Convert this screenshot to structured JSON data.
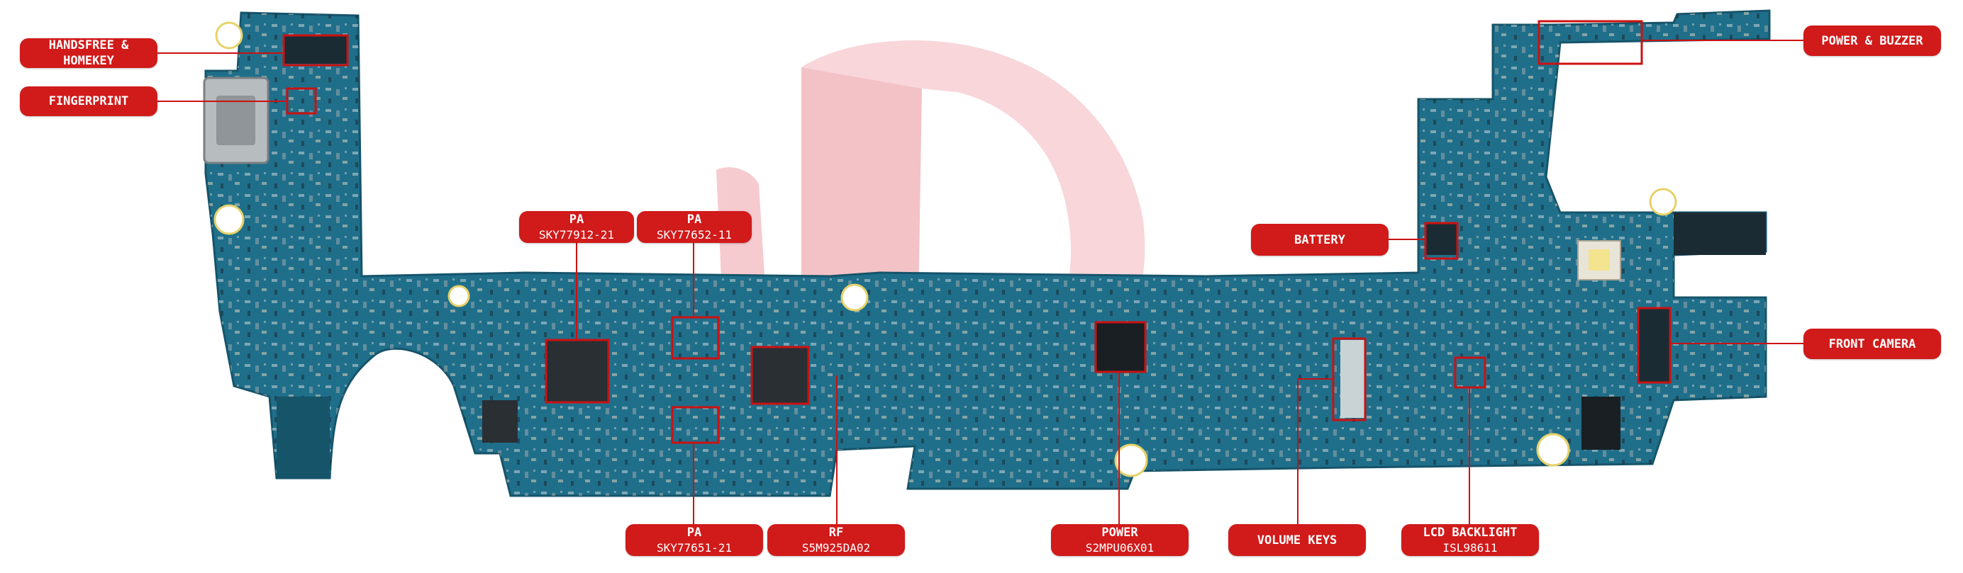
{
  "labels": {
    "handsfree": {
      "title": "HANDSFREE & HOMEKEY"
    },
    "fingerprint": {
      "title": "FINGERPRINT"
    },
    "pa1": {
      "title": "PA",
      "sub": "SKY77912-21"
    },
    "pa2": {
      "title": "PA",
      "sub": "SKY77652-11"
    },
    "pa3": {
      "title": "PA",
      "sub": "SKY77651-21"
    },
    "rf": {
      "title": "RF",
      "sub": "S5M925DA02"
    },
    "power": {
      "title": "POWER",
      "sub": "S2MPU06X01"
    },
    "volume": {
      "title": "VOLUME KEYS"
    },
    "lcd": {
      "title": "LCD BACKLIGHT",
      "sub": "ISL98611"
    },
    "battery": {
      "title": "BATTERY"
    },
    "frontcam": {
      "title": "FRONT CAMERA"
    },
    "powerbuzzer": {
      "title": "POWER & BUZZER"
    }
  },
  "colors": {
    "label_bg": "#d11a1a",
    "leader": "#cc1111",
    "board": "#1f6f8b",
    "board_dark": "#16546a",
    "watermark": "#f2b8bd"
  }
}
